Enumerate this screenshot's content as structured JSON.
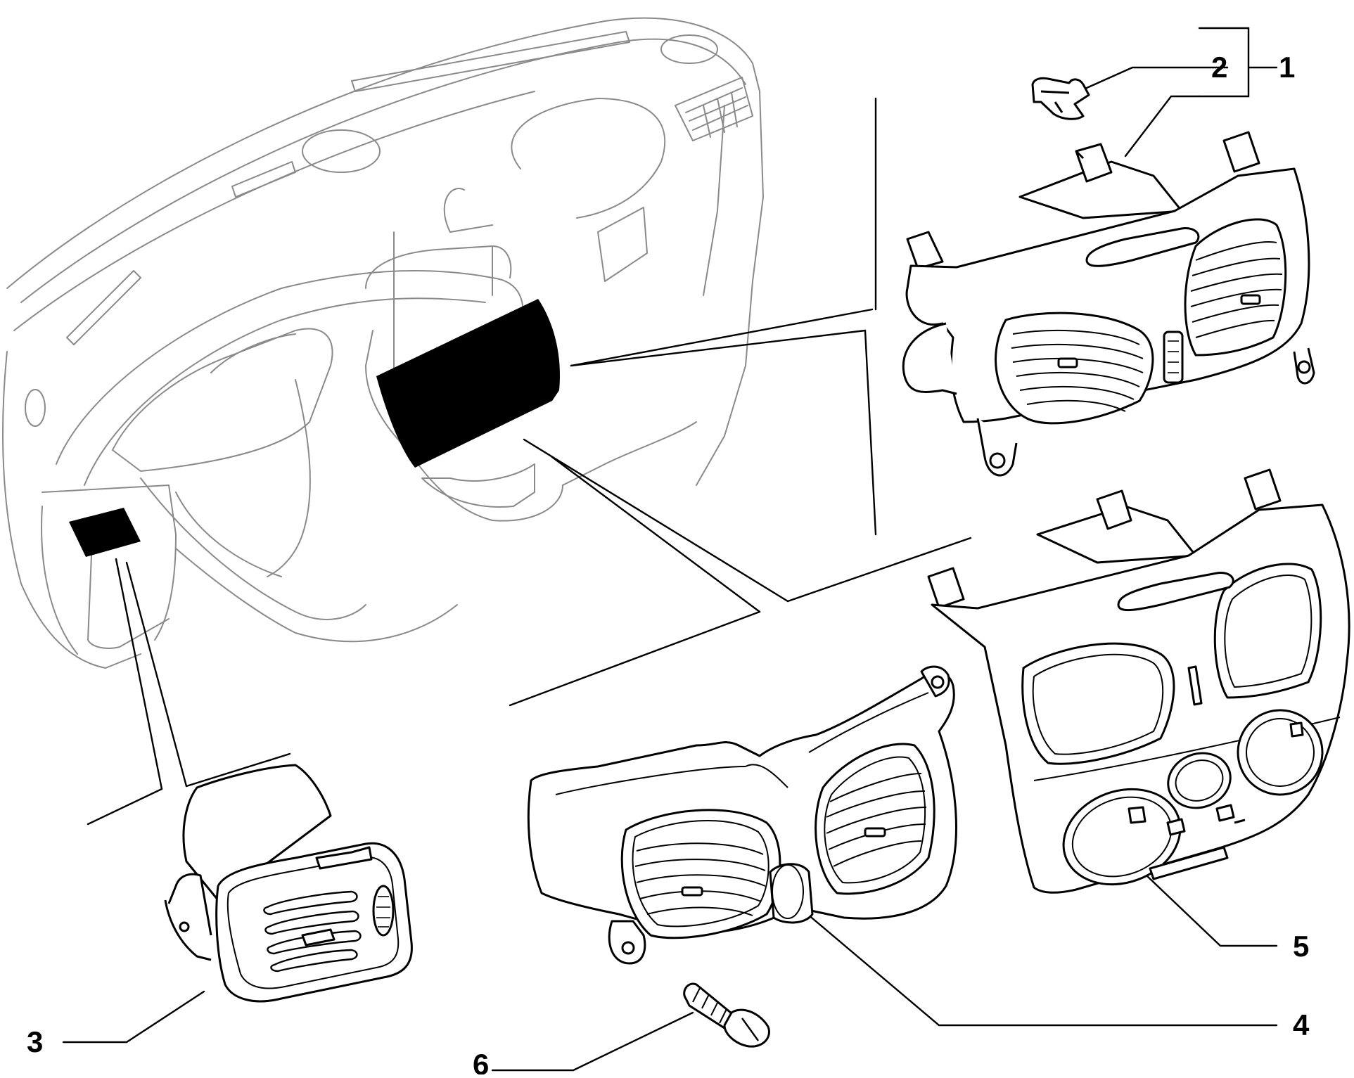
{
  "callouts": [
    {
      "id": "1",
      "text": "1"
    },
    {
      "id": "2",
      "text": "2"
    },
    {
      "id": "3",
      "text": "3"
    },
    {
      "id": "4",
      "text": "4"
    },
    {
      "id": "5",
      "text": "5"
    },
    {
      "id": "6",
      "text": "6"
    }
  ],
  "colors": {
    "line": "#000000",
    "faint": "#777777",
    "fill": "#000000",
    "bg": "#ffffff"
  }
}
